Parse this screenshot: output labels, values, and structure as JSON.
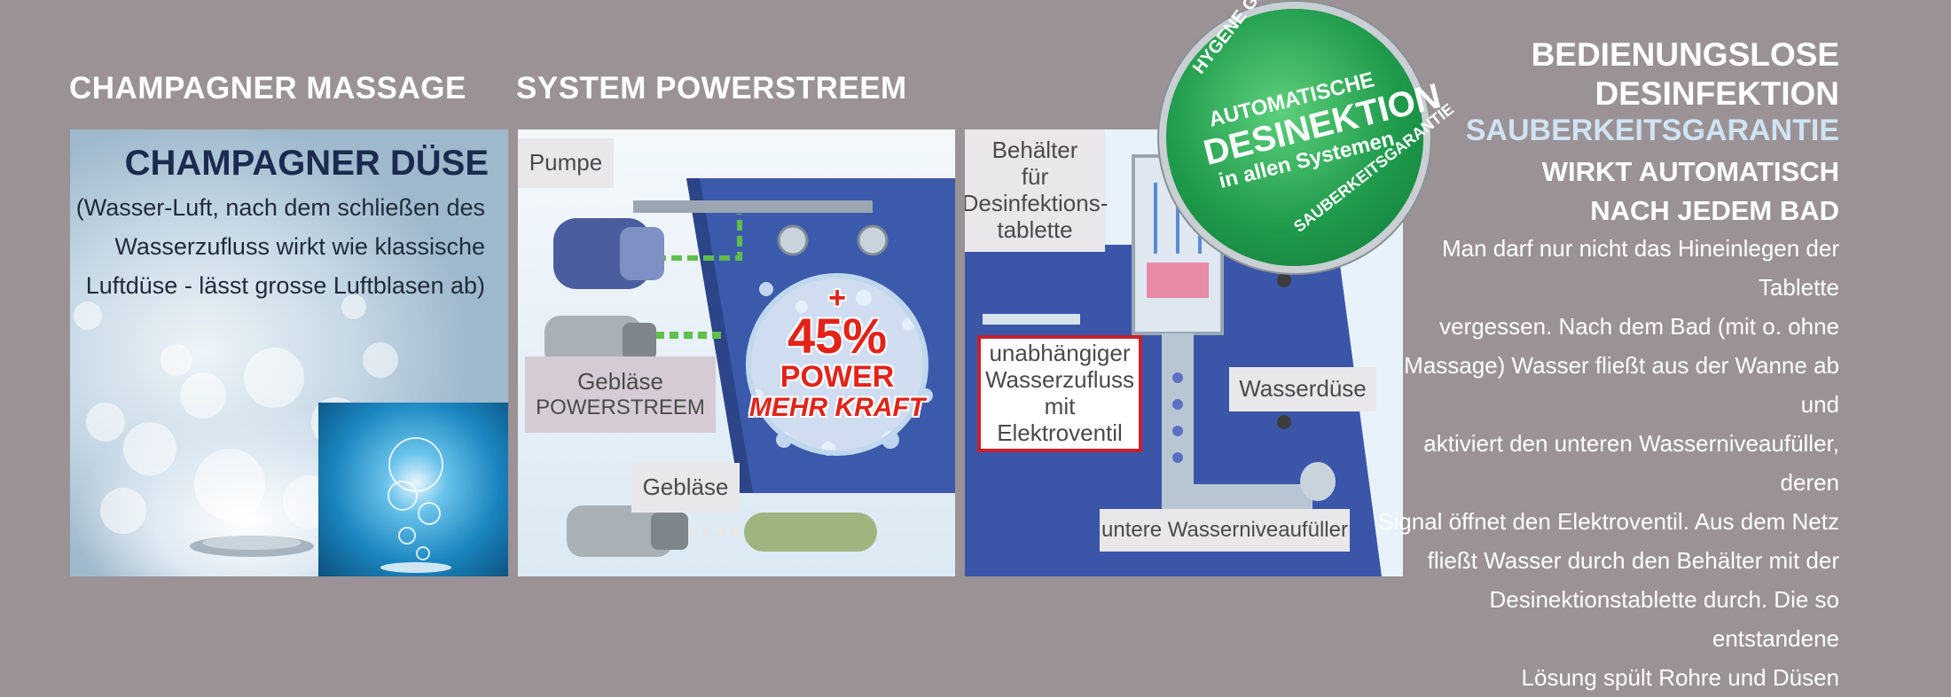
{
  "headings": {
    "champagner_massage": "CHAMPAGNER MASSAGE",
    "system_powerstreem": "SYSTEM POWERSTREEM"
  },
  "panel1": {
    "title": "CHAMPAGNER DÜSE",
    "desc_line1": "(Wasser-Luft, nach dem schließen des",
    "desc_line2": "Wasserzufluss wirkt wie klassische",
    "desc_line3": "Luftdüse - lässt grosse Luftblasen ab)"
  },
  "panel2": {
    "pumpe": "Pumpe",
    "geblaese_powerstreem_line1": "Gebläse",
    "geblaese_powerstreem_line2": "POWERSTREEM",
    "geblaese": "Gebläse",
    "badge_plus": "+",
    "badge_percent": "45%",
    "badge_power": "POWER",
    "badge_kraft": "MEHR KRAFT"
  },
  "panel3": {
    "behaelter_line1": "Behälter",
    "behaelter_line2": "für",
    "behaelter_line3": "Desinfektions-",
    "behaelter_line4": "tablette",
    "zufluss_line1": "unabhängiger",
    "zufluss_line2": "Wasserzufluss",
    "zufluss_line3": "mit",
    "zufluss_line4": "Elektroventil",
    "wasserduese": "Wasserdüse",
    "niveaufueller": "untere Wasserniveaufüller"
  },
  "seal": {
    "arc_top": "HYGENE GARANTIE",
    "arc_right": "SAUBERKEITSGARANTIE",
    "line1": "AUTOMATISCHE",
    "line2": "DESINEKTION",
    "line3": "in allen Systemen"
  },
  "right": {
    "title_line1": "BEDIENUNGSLOSE",
    "title_line2": "DESINFEKTION",
    "subtitle": "SAUBERKEITSGARANTIE",
    "tag_line1": "WIRKT AUTOMATISCH",
    "tag_line2": "NACH JEDEM BAD",
    "body": [
      "Man darf nur nicht das Hineinlegen der Tablette",
      "vergessen.  Nach dem Bad (mit o. ohne",
      "Massage) Wasser fließt aus der Wanne ab und",
      "aktiviert den unteren Wasserniveaufüller, deren",
      "Signal öffnet den Elektroventil. Aus dem Netz",
      "fließt Wasser durch den Behälter mit der",
      "Desinektionstablette durch. Die so entstandene",
      "Lösung spült Rohre und Düsen"
    ]
  },
  "colors": {
    "background": "#9b9295",
    "seal_green": "#1f9b4c",
    "subtitle_blue": "#cfe3f3",
    "tank_blue": "#3a56a8",
    "badge_red": "#e2231a"
  }
}
